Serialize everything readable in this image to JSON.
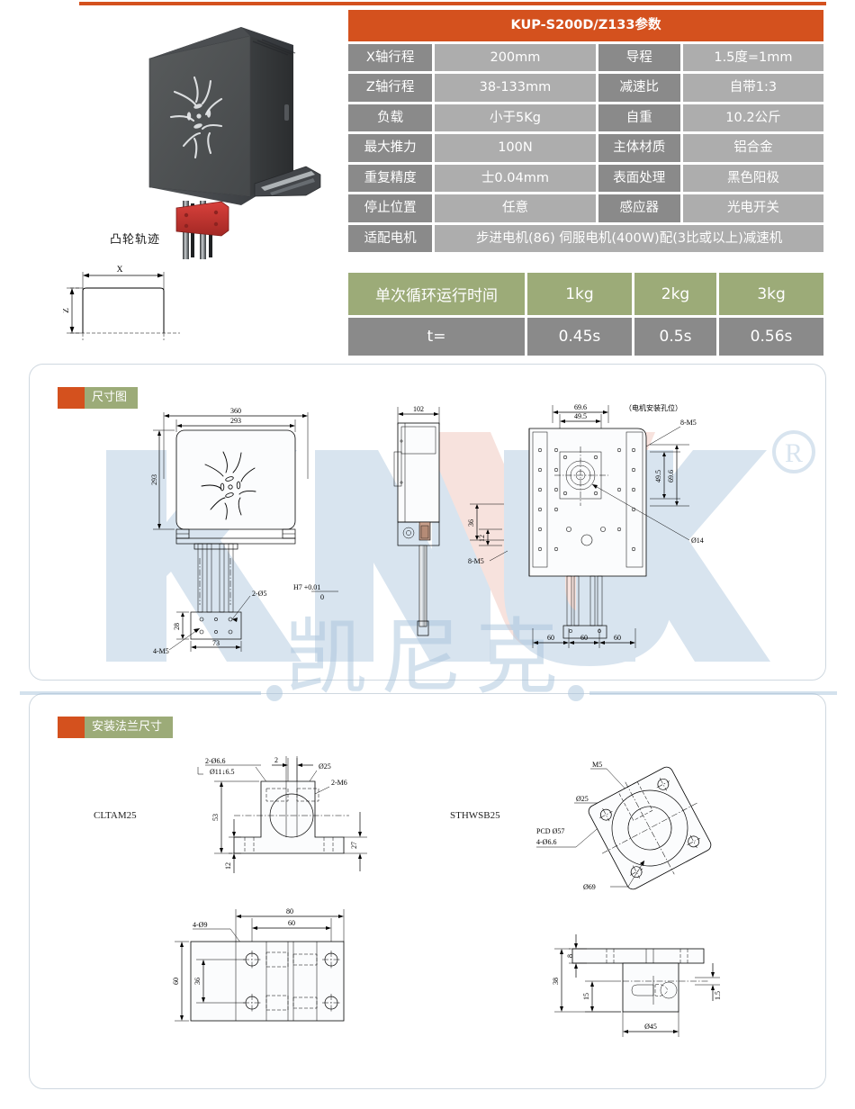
{
  "brand": {
    "watermark_latin": "KNUK",
    "watermark_mark": "®",
    "watermark_cn": "凯尼克"
  },
  "spec": {
    "title": "KUP-S200D/Z133参数",
    "rows": [
      {
        "label": "X轴行程",
        "value": "200mm",
        "label2": "导程",
        "value2": "1.5度=1mm"
      },
      {
        "label": "Z轴行程",
        "value": "38-133mm",
        "label2": "减速比",
        "value2": "自带1:3"
      },
      {
        "label": "负载",
        "value": "小于5Kg",
        "label2": "自重",
        "value2": "10.2公斤"
      },
      {
        "label": "最大推力",
        "value": "100N",
        "label2": "主体材质",
        "value2": "铝合金"
      },
      {
        "label": "重复精度",
        "value": "士0.04mm",
        "label2": "表面处理",
        "value2": "黑色阳极"
      },
      {
        "label": "停止位置",
        "value": "任意",
        "label2": "感应器",
        "value2": "光电开关"
      }
    ],
    "motor_row": {
      "label": "适配电机",
      "value": "步进电机(86) 伺服电机(400W)配(3比或以上)减速机"
    },
    "colors": {
      "header": "#d4511e",
      "label_bg": "#8a8a8a",
      "value_bg": "#adadad",
      "green": "#9cab78"
    }
  },
  "cycle": {
    "header_label": "单次循环运行时间",
    "weights": [
      "1kg",
      "2kg",
      "3kg"
    ],
    "time_label": "t=",
    "times": [
      "0.45s",
      "0.5s",
      "0.56s"
    ]
  },
  "cam": {
    "title": "凸轮轨迹",
    "axis_x": "X",
    "axis_z": "Z"
  },
  "sections": {
    "dimension": {
      "tag": "尺寸图"
    },
    "flange": {
      "tag": "安装法兰尺寸"
    }
  },
  "dimension_drawing": {
    "front": {
      "w_outer": "360",
      "w_inner": "293",
      "h_left": "293",
      "hole_note": "2-Ø5",
      "tol_top": "H7 +0.01",
      "tol_bot": "0",
      "base_w": "73",
      "base_h": "28",
      "thread": "4-M5"
    },
    "side": {
      "depth": "102",
      "d36": "36",
      "d12": "12",
      "thread": "8-M5"
    },
    "rear": {
      "w1": "69.6",
      "w2": "49.5",
      "note_cn": "（电机安装孔位）",
      "thread": "8-M5",
      "h1": "49.5",
      "h2": "69.6",
      "bore": "Ø14",
      "pitches": [
        "60",
        "60",
        "60"
      ]
    }
  },
  "flange_drawing": {
    "left_part": "CLTAM25",
    "right_part": "STHWSB25",
    "left_front": {
      "hole": "2-Ø6.6",
      "counterbore": "Ø11↓6.5",
      "w2": "2",
      "bore": "Ø25",
      "thread": "2-M6",
      "h53": "53",
      "h27": "27",
      "h12": "12"
    },
    "left_plan": {
      "w80": "80",
      "w60": "60",
      "hole": "4-Ø9",
      "h60": "60",
      "h36": "36"
    },
    "right_front": {
      "thread": "M5",
      "bore": "Ø25",
      "pcd": "PCD Ø57",
      "holes": "4-Ø6.6",
      "outer": "Ø69"
    },
    "right_side": {
      "h38": "38",
      "h8": "8",
      "h15": "15",
      "h1_5": "1.5",
      "bore": "Ø45"
    }
  }
}
